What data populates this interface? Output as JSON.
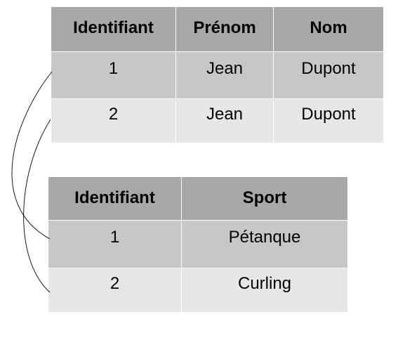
{
  "persons_table": {
    "headers": [
      "Identifiant",
      "Prénom",
      "Nom"
    ],
    "rows": [
      [
        "1",
        "Jean",
        "Dupont"
      ],
      [
        "2",
        "Jean",
        "Dupont"
      ]
    ]
  },
  "sports_table": {
    "headers": [
      "Identifiant",
      "Sport"
    ],
    "rows": [
      [
        "1",
        "Pétanque"
      ],
      [
        "2",
        "Curling"
      ]
    ]
  },
  "colors": {
    "header_bg": "#a8a8a8",
    "row_odd_bg": "#c7c7c7",
    "row_even_bg": "#e6e6e6",
    "connector": "#000000"
  },
  "links": [
    {
      "from": "persons_table.rows.0",
      "to": "sports_table.rows.0"
    },
    {
      "from": "persons_table.rows.1",
      "to": "sports_table.rows.1"
    }
  ]
}
